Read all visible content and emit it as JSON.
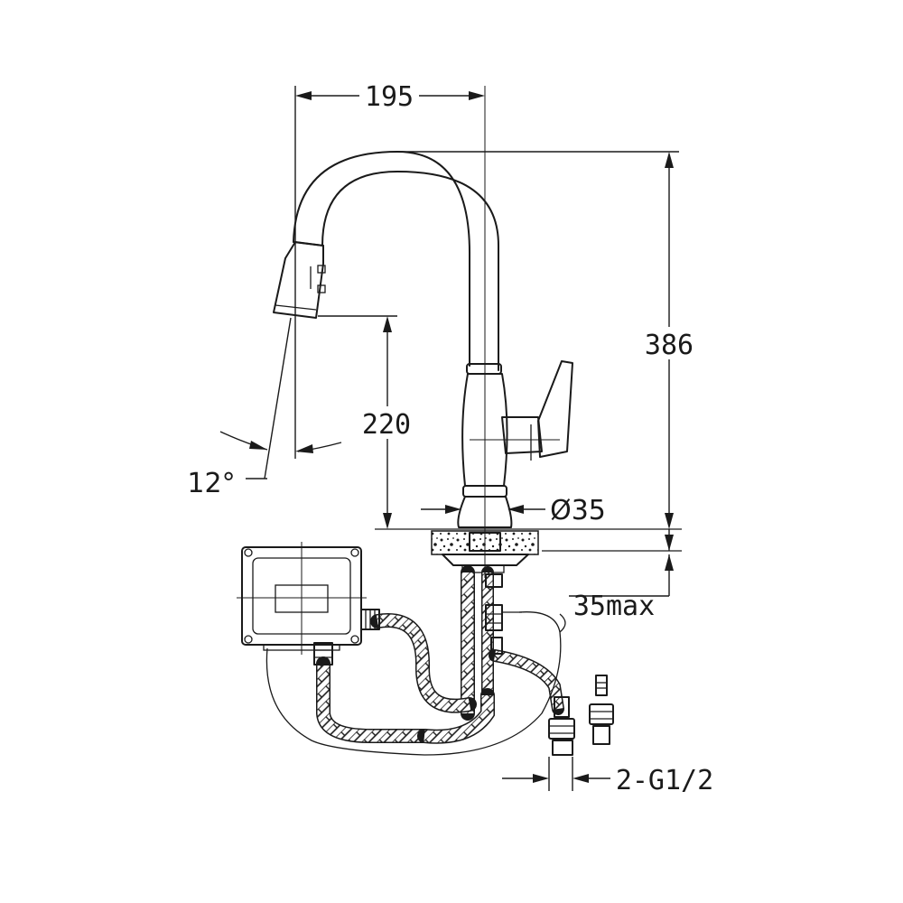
{
  "dimensions": {
    "reach": "195",
    "height": "386",
    "spout_clearance": "220",
    "spray_angle": "12°",
    "base_diameter": "Ø35",
    "deck_thickness": "35max",
    "inlets": "2-G1/2"
  },
  "colors": {
    "line": "#1a1a1a",
    "background": "#ffffff"
  }
}
